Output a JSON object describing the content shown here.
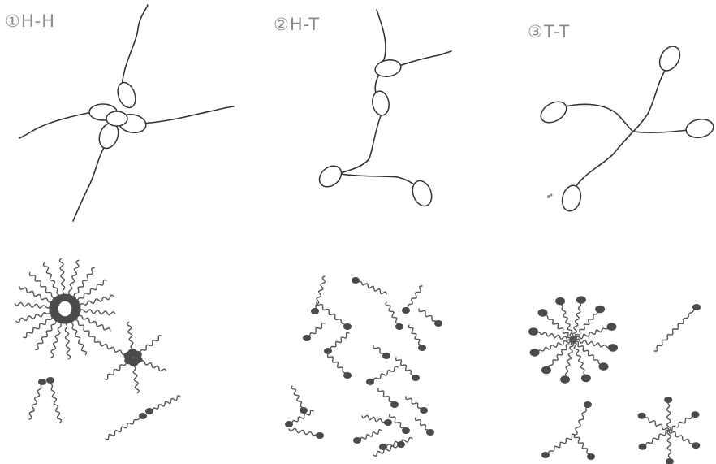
{
  "panels": [
    {
      "id": "hh",
      "label": "①H-H"
    },
    {
      "id": "ht",
      "label": "②H-T"
    },
    {
      "id": "tt",
      "label": "③T-T"
    }
  ]
}
